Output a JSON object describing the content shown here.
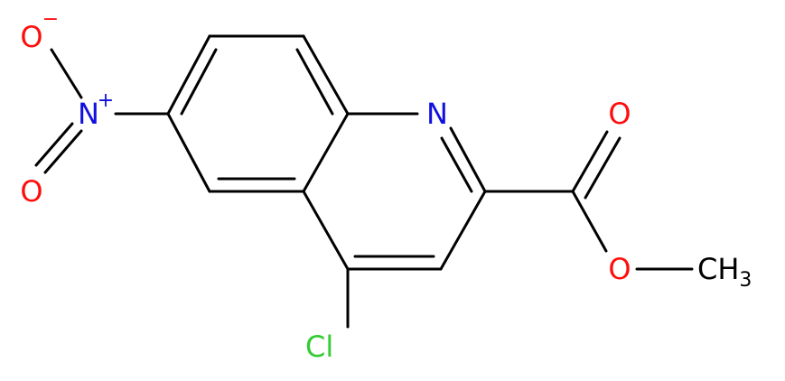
{
  "colors": {
    "bond": "#000000",
    "nitrogen": "#1010e0",
    "oxygen": "#ff0d0d",
    "chlorine": "#33cc33",
    "carbon": "#000000"
  },
  "atoms": {
    "ring_n": "N",
    "nitro_n": "N",
    "nitro_n_charge": "+",
    "nitro_o_top": "O",
    "nitro_o_top_charge": "−",
    "nitro_o_bottom": "O",
    "carbonyl_o": "O",
    "ester_o": "O",
    "methyl_c": "CH",
    "methyl_subscript": "3",
    "chlorine": "Cl"
  }
}
